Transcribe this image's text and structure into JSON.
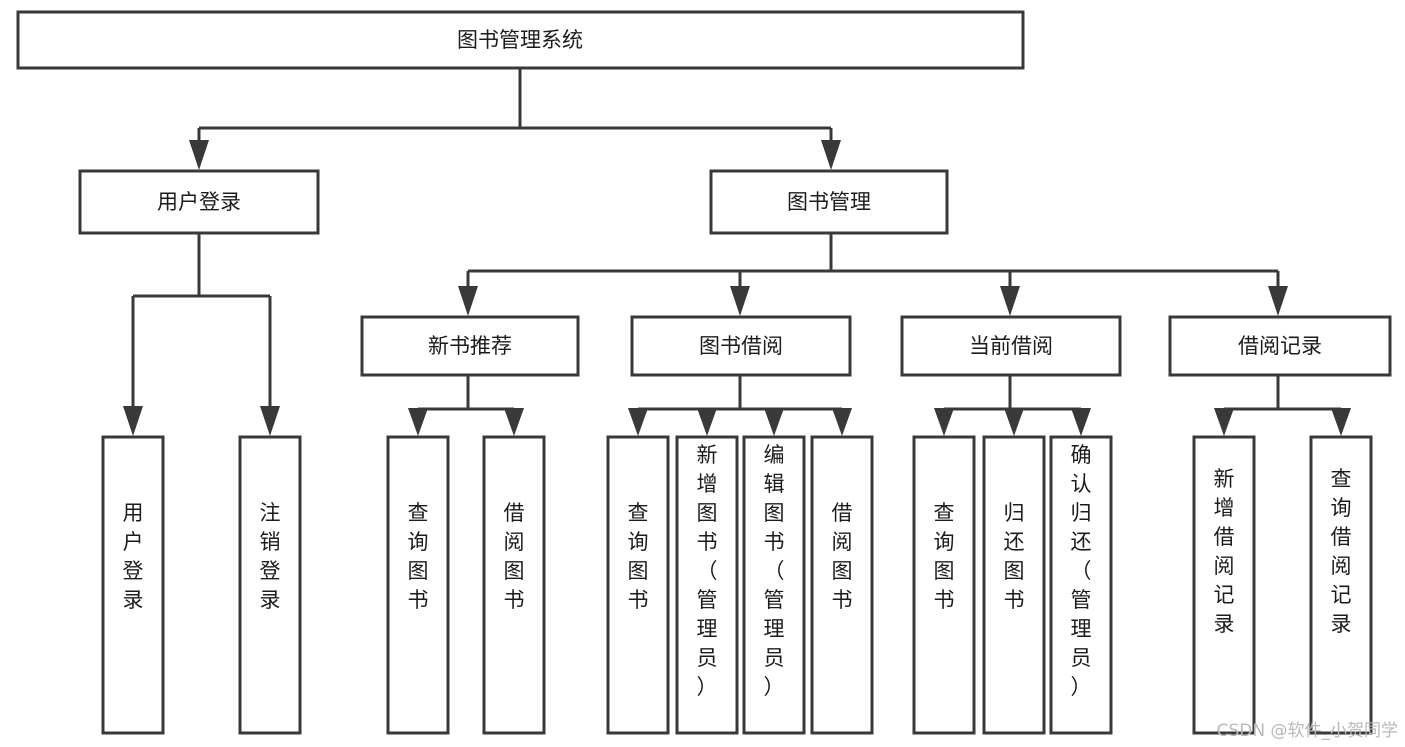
{
  "diagram": {
    "title": "图书管理系统",
    "type": "tree-hierarchy-chart",
    "watermark": "CSDN @软件_小贺同学",
    "colors": {
      "box_stroke": "#393939",
      "box_fill": "#ffffff",
      "text": "#1c1c1c",
      "watermark": "#b9b9b9",
      "background": "#ffffff"
    },
    "root": {
      "label": "图书管理系统"
    },
    "level2": [
      {
        "label": "用户登录"
      },
      {
        "label": "图书管理"
      }
    ],
    "level3": [
      {
        "label": "新书推荐"
      },
      {
        "label": "图书借阅"
      },
      {
        "label": "当前借阅"
      },
      {
        "label": "借阅记录"
      }
    ],
    "leaves_user_login": [
      {
        "label": "用户登录"
      },
      {
        "label": "注销登录"
      }
    ],
    "leaves_new_book": [
      {
        "label": "查询图书"
      },
      {
        "label": "借阅图书"
      }
    ],
    "leaves_borrow": [
      {
        "label": "查询图书"
      },
      {
        "label": "新增图书（管理员）"
      },
      {
        "label": "编辑图书（管理员）"
      },
      {
        "label": "借阅图书"
      }
    ],
    "leaves_current": [
      {
        "label": "查询图书"
      },
      {
        "label": "归还图书"
      },
      {
        "label": "确认归还（管理员）"
      }
    ],
    "leaves_records": [
      {
        "label": "新增借阅记录"
      },
      {
        "label": "查询借阅记录"
      }
    ]
  }
}
